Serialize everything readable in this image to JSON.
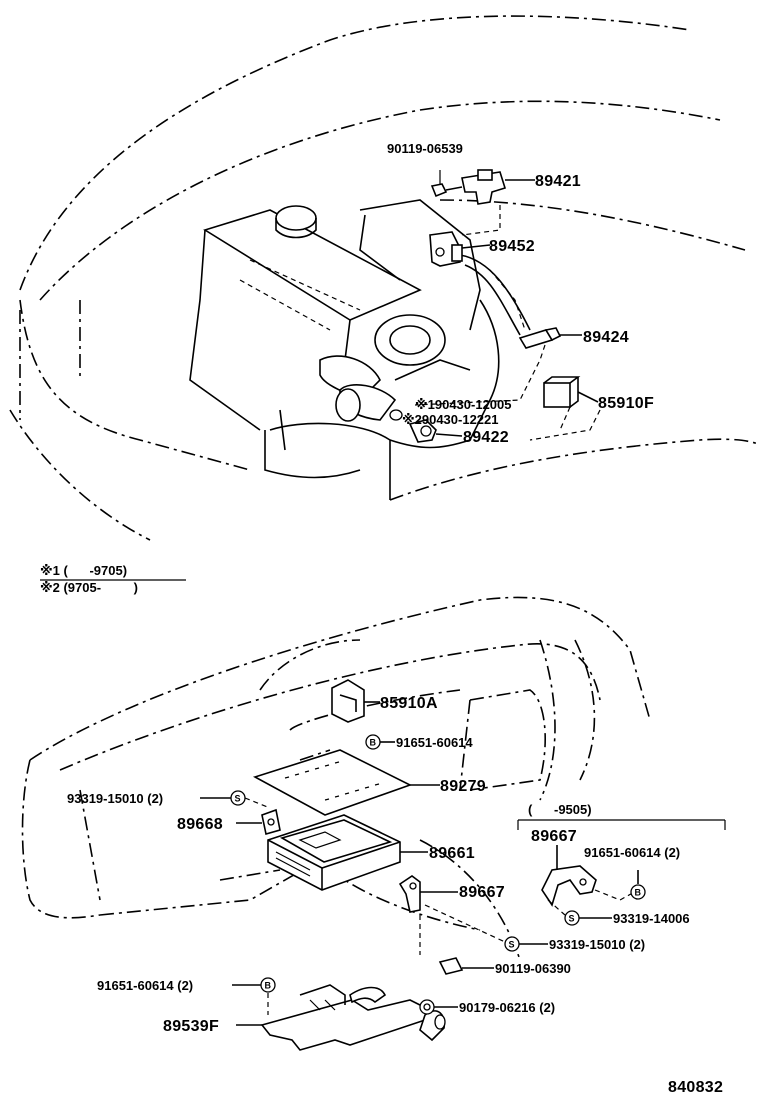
{
  "notes": {
    "note1": "※1 (      -9705)",
    "note2": "※2 (9705-         )",
    "inset": "(      -9505)"
  },
  "labels": {
    "p90119_06539": "90119-06539",
    "p89421": "89421",
    "p89452": "89452",
    "p89424": "89424",
    "p90430_12005": "※190430-12005",
    "p90430_12221": "※290430-12221",
    "p85910F": "85910F",
    "p89422": "89422",
    "p85910A": "85910A",
    "p91651_60614_a": "91651-60614",
    "p89279": "89279",
    "p93319_15010_a": "93319-15010 (2)",
    "p89668": "89668",
    "p89661": "89661",
    "p89667_main": "89667",
    "p93319_15010_b": "93319-15010 (2)",
    "p90119_06390": "90119-06390",
    "p91651_60614_c": "91651-60614 (2)",
    "p90179_06216": "90179-06216 (2)",
    "p89539F": "89539F",
    "p89667_inset": "89667",
    "p91651_60614_b": "91651-60614 (2)",
    "p93319_14006": "93319-14006"
  },
  "markers": {
    "bolt_b": "B",
    "screw_s": "S"
  },
  "diagram_id": "840832"
}
